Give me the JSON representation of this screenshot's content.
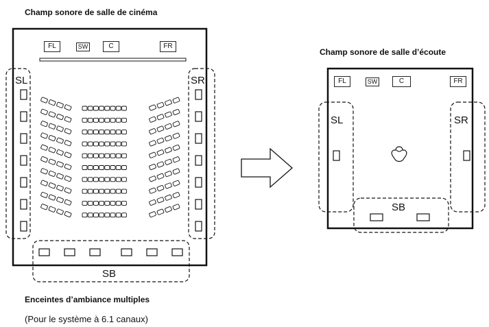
{
  "cinema": {
    "title": "Champ sonore de salle de cinéma",
    "front_speakers": [
      "FL",
      "SW",
      "C",
      "FR"
    ],
    "surround_left": "SL",
    "surround_right": "SR",
    "surround_back": "SB",
    "caption": "Enceintes d’ambiance multiples",
    "subcaption": "(Pour le système à 6.1 canaux)"
  },
  "room": {
    "title": "Champ sonore de salle d’écoute",
    "front_speakers": [
      "FL",
      "SW",
      "C",
      "FR"
    ],
    "surround_left": "SL",
    "surround_right": "SR",
    "surround_back": "SB"
  },
  "icons": [
    "arrow-right-icon",
    "listener-head-icon"
  ]
}
